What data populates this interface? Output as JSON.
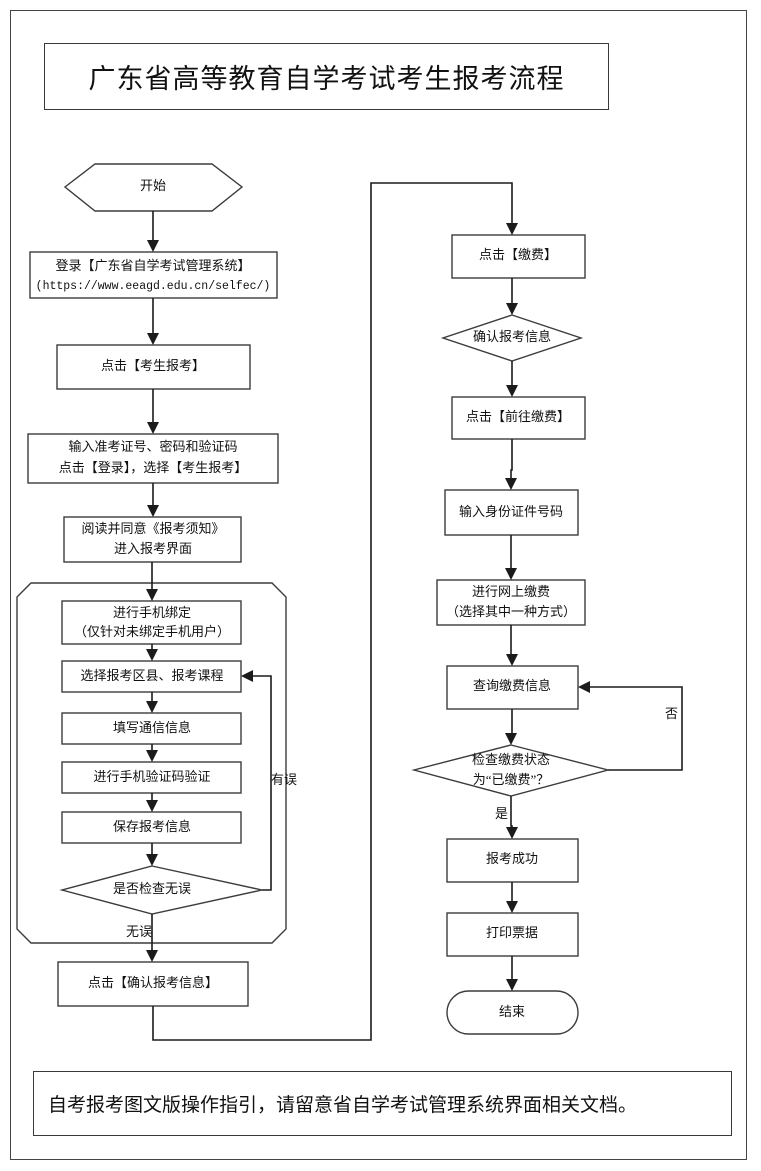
{
  "document": {
    "title": "广东省高等教育自学考试考生报考流程",
    "footer_note": "自考报考图文版操作指引，请留意省自学考试管理系统界面相关文档。"
  },
  "chart_data": {
    "type": "diagram",
    "diagram_kind": "flowchart",
    "title": "广东省高等教育自学考试考生报考流程",
    "orientation": "two-column, top-to-bottom, left column then right column",
    "nodes": [
      {
        "id": "start",
        "shape": "hexagon",
        "column": "left",
        "lines": [
          "开始"
        ]
      },
      {
        "id": "login",
        "shape": "rect",
        "column": "left",
        "lines": [
          "登录【广东省自学考试管理系统】",
          "(https://www.eeagd.edu.cn/selfec/)"
        ]
      },
      {
        "id": "click-apply",
        "shape": "rect",
        "column": "left",
        "lines": [
          "点击【考生报考】"
        ]
      },
      {
        "id": "enter-creds",
        "shape": "rect",
        "column": "left",
        "lines": [
          "输入准考证号、密码和验证码",
          "点击【登录】，选择【考生报考】"
        ]
      },
      {
        "id": "read-notice",
        "shape": "rect",
        "column": "left",
        "lines": [
          "阅读并同意《报考须知》",
          "进入报考界面"
        ]
      },
      {
        "id": "bind-phone",
        "shape": "rect",
        "column": "left",
        "lines": [
          "进行手机绑定",
          "（仅针对未绑定手机用户）"
        ]
      },
      {
        "id": "select-area",
        "shape": "rect",
        "column": "left",
        "lines": [
          "选择报考区县、报考课程"
        ]
      },
      {
        "id": "fill-contact",
        "shape": "rect",
        "column": "left",
        "lines": [
          "填写通信信息"
        ]
      },
      {
        "id": "sms-verify",
        "shape": "rect",
        "column": "left",
        "lines": [
          "进行手机验证码验证"
        ]
      },
      {
        "id": "save-info",
        "shape": "rect",
        "column": "left",
        "lines": [
          "保存报考信息"
        ]
      },
      {
        "id": "check-ok",
        "shape": "diamond",
        "column": "left",
        "lines": [
          "是否检查无误"
        ]
      },
      {
        "id": "confirm-info",
        "shape": "rect",
        "column": "left",
        "lines": [
          "点击【确认报考信息】"
        ]
      },
      {
        "id": "click-pay",
        "shape": "rect",
        "column": "right",
        "lines": [
          "点击【缴费】"
        ]
      },
      {
        "id": "confirm-apply",
        "shape": "diamond",
        "column": "right",
        "lines": [
          "确认报考信息"
        ]
      },
      {
        "id": "goto-pay",
        "shape": "rect",
        "column": "right",
        "lines": [
          "点击【前往缴费】"
        ]
      },
      {
        "id": "enter-id",
        "shape": "rect",
        "column": "right",
        "lines": [
          "输入身份证件号码"
        ]
      },
      {
        "id": "online-pay",
        "shape": "rect",
        "column": "right",
        "lines": [
          "进行网上缴费",
          "（选择其中一种方式）"
        ]
      },
      {
        "id": "query-pay",
        "shape": "rect",
        "column": "right",
        "lines": [
          "查询缴费信息"
        ]
      },
      {
        "id": "check-paid",
        "shape": "diamond",
        "column": "right",
        "lines": [
          "检查缴费状态",
          "为“已缴费”？"
        ]
      },
      {
        "id": "apply-ok",
        "shape": "rect",
        "column": "right",
        "lines": [
          "报考成功"
        ]
      },
      {
        "id": "print-receipt",
        "shape": "rect",
        "column": "right",
        "lines": [
          "打印票据"
        ]
      },
      {
        "id": "end",
        "shape": "stadium",
        "column": "right",
        "lines": [
          "结束"
        ]
      }
    ],
    "group_boxes": [
      {
        "id": "repeatable-steps",
        "shape": "octagon",
        "contains": [
          "bind-phone",
          "select-area",
          "fill-contact",
          "sms-verify",
          "save-info",
          "check-ok"
        ]
      }
    ],
    "edges": [
      {
        "from": "start",
        "to": "login",
        "label": ""
      },
      {
        "from": "login",
        "to": "click-apply",
        "label": ""
      },
      {
        "from": "click-apply",
        "to": "enter-creds",
        "label": ""
      },
      {
        "from": "enter-creds",
        "to": "read-notice",
        "label": ""
      },
      {
        "from": "read-notice",
        "to": "bind-phone",
        "label": ""
      },
      {
        "from": "bind-phone",
        "to": "select-area",
        "label": ""
      },
      {
        "from": "select-area",
        "to": "fill-contact",
        "label": ""
      },
      {
        "from": "fill-contact",
        "to": "sms-verify",
        "label": ""
      },
      {
        "from": "sms-verify",
        "to": "save-info",
        "label": ""
      },
      {
        "from": "save-info",
        "to": "check-ok",
        "label": ""
      },
      {
        "from": "check-ok",
        "to": "select-area",
        "label": "有误"
      },
      {
        "from": "check-ok",
        "to": "confirm-info",
        "label": "无误"
      },
      {
        "from": "confirm-info",
        "to": "click-pay",
        "label": ""
      },
      {
        "from": "click-pay",
        "to": "confirm-apply",
        "label": ""
      },
      {
        "from": "confirm-apply",
        "to": "goto-pay",
        "label": ""
      },
      {
        "from": "goto-pay",
        "to": "enter-id",
        "label": ""
      },
      {
        "from": "enter-id",
        "to": "online-pay",
        "label": ""
      },
      {
        "from": "online-pay",
        "to": "query-pay",
        "label": ""
      },
      {
        "from": "query-pay",
        "to": "check-paid",
        "label": ""
      },
      {
        "from": "check-paid",
        "to": "query-pay",
        "label": "否"
      },
      {
        "from": "check-paid",
        "to": "apply-ok",
        "label": "是"
      },
      {
        "from": "apply-ok",
        "to": "print-receipt",
        "label": ""
      },
      {
        "from": "print-receipt",
        "to": "end",
        "label": ""
      }
    ],
    "edge_labels": [
      "有误",
      "无误",
      "否",
      "是"
    ]
  },
  "nodes": {
    "start": {
      "line1": "开始"
    },
    "login": {
      "line1": "登录【广东省自学考试管理系统】",
      "line2": "(https://www.eeagd.edu.cn/selfec/)"
    },
    "click_apply": {
      "line1": "点击【考生报考】"
    },
    "enter_creds": {
      "line1": "输入准考证号、密码和验证码",
      "line2": "点击【登录】，选择【考生报考】"
    },
    "read_notice": {
      "line1": "阅读并同意《报考须知》",
      "line2": "进入报考界面"
    },
    "bind_phone": {
      "line1": "进行手机绑定",
      "line2": "（仅针对未绑定手机用户）"
    },
    "select_area": {
      "line1": "选择报考区县、报考课程"
    },
    "fill_contact": {
      "line1": "填写通信信息"
    },
    "sms_verify": {
      "line1": "进行手机验证码验证"
    },
    "save_info": {
      "line1": "保存报考信息"
    },
    "check_ok": {
      "line1": "是否检查无误"
    },
    "confirm_info": {
      "line1": "点击【确认报考信息】"
    },
    "click_pay": {
      "line1": "点击【缴费】"
    },
    "confirm_apply": {
      "line1": "确认报考信息"
    },
    "goto_pay": {
      "line1": "点击【前往缴费】"
    },
    "enter_id": {
      "line1": "输入身份证件号码"
    },
    "online_pay": {
      "line1": "进行网上缴费",
      "line2": "（选择其中一种方式）"
    },
    "query_pay": {
      "line1": "查询缴费信息"
    },
    "check_paid": {
      "line1": "检查缴费状态",
      "line2": "为“已缴费”？"
    },
    "apply_ok": {
      "line1": "报考成功"
    },
    "print_receipt": {
      "line1": "打印票据"
    },
    "end": {
      "line1": "结束"
    }
  },
  "labels": {
    "has_error": "有误",
    "no_error": "无误",
    "no": "否",
    "yes": "是"
  },
  "colors": {
    "page_bg": "#ffffff",
    "border": "#3c3c3c",
    "connector": "#1b1b1b",
    "text": "#111111"
  }
}
